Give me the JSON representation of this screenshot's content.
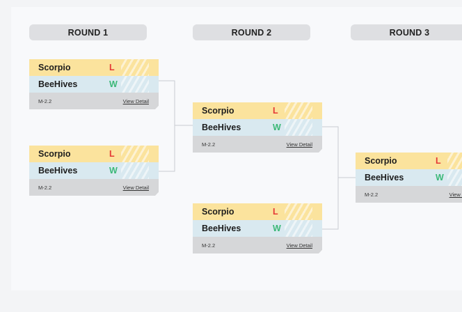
{
  "rounds": [
    {
      "label": "ROUND 1"
    },
    {
      "label": "ROUND 2"
    },
    {
      "label": "ROUND 3"
    }
  ],
  "matches": [
    {
      "team1": "Scorpio",
      "result1": "L",
      "team2": "BeeHives",
      "result2": "W",
      "match_id": "M-2.2",
      "detail_label": "View Detail"
    },
    {
      "team1": "Scorpio",
      "result1": "L",
      "team2": "BeeHives",
      "result2": "W",
      "match_id": "M-2.2",
      "detail_label": "View Detail"
    },
    {
      "team1": "Scorpio",
      "result1": "L",
      "team2": "BeeHives",
      "result2": "W",
      "match_id": "M-2.2",
      "detail_label": "View Detail"
    },
    {
      "team1": "Scorpio",
      "result1": "L",
      "team2": "BeeHives",
      "result2": "W",
      "match_id": "M-2.2",
      "detail_label": "View Detail"
    },
    {
      "team1": "Scorpio",
      "result1": "L",
      "team2": "BeeHives",
      "result2": "W",
      "match_id": "M-2.2",
      "detail_label": "View Detail"
    }
  ],
  "colors": {
    "loser_row": "#fbe39d",
    "winner_row": "#d9e9f0",
    "loss_text": "#e53935",
    "win_text": "#3cb878",
    "meta_row": "#d6d7d9",
    "header_bg": "#dedfe2"
  }
}
